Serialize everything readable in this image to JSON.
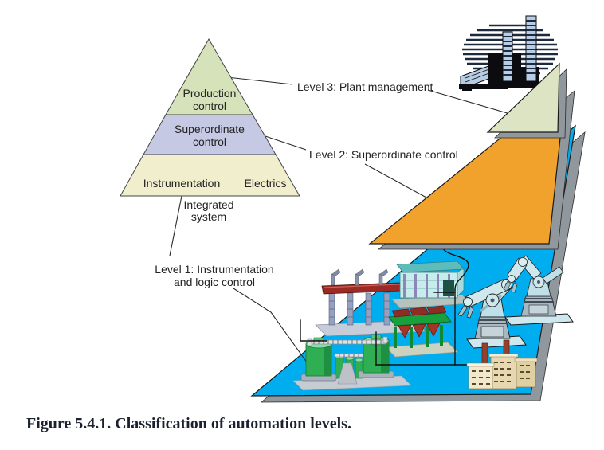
{
  "caption": "Figure 5.4.1. Classification of automation levels.",
  "pyramid": {
    "levels": [
      {
        "line1": "Production",
        "line2": "control",
        "color": "#d6e2ba"
      },
      {
        "line1": "Superordinate",
        "line2": "control",
        "color": "#c5c9e3"
      },
      {
        "left": "Instrumentation",
        "right": "Electrics",
        "color": "#f0eecd"
      }
    ],
    "footnote": {
      "line1": "Integrated",
      "line2": "system"
    }
  },
  "callouts": {
    "level3": "Level 3: Plant management",
    "level2": "Level 2: Superordinate control",
    "level1_line1": "Level 1: Instrumentation",
    "level1_line2": "and logic control"
  },
  "stack": {
    "shadow_color": "#90979d",
    "layers": [
      {
        "name": "plant-management-layer",
        "color": "#dce4c4"
      },
      {
        "name": "superordinate-control-layer",
        "color": "#f0a22c"
      },
      {
        "name": "instrumentation-layer",
        "color": "#00aeef"
      }
    ]
  },
  "illustrations": {
    "plant": "industrial-plant",
    "pipe_rack": "pipe-rack-structure",
    "warehouse": "warehouse-structure",
    "hopper": "hopper-conveyor",
    "tanks": "storage-tanks",
    "factory": "factory-building",
    "robot_large": "robot-arm-large",
    "robot_small": "robot-arm-small"
  }
}
